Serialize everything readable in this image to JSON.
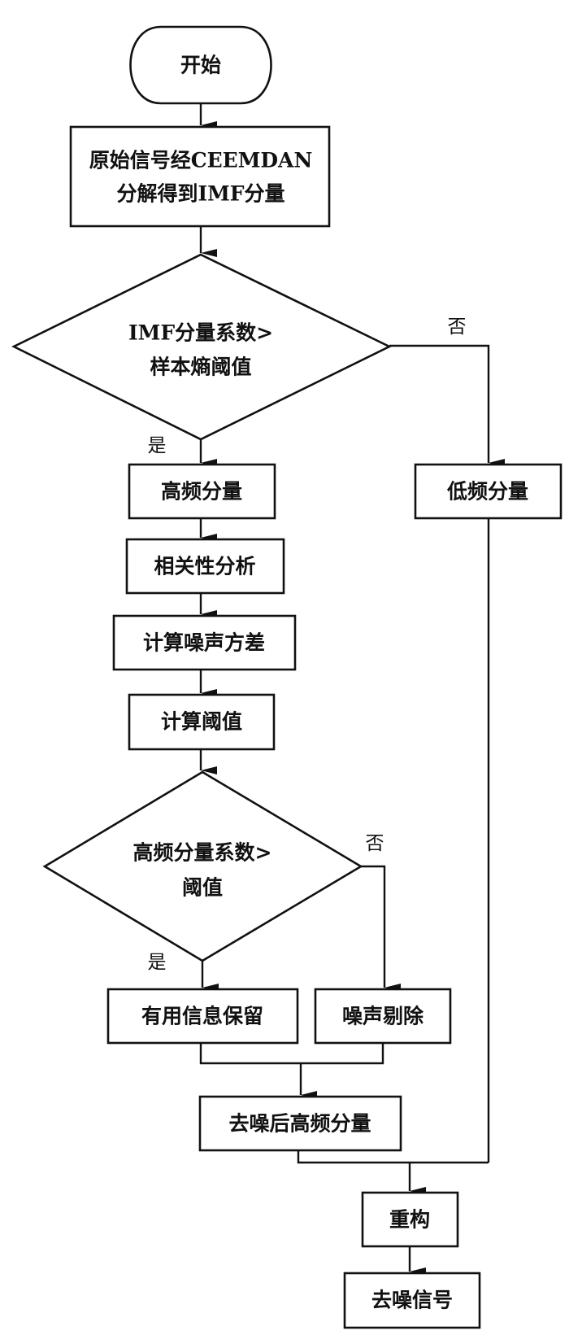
{
  "diagram": {
    "type": "flowchart",
    "colors": {
      "stroke": "#111111",
      "fill": "#ffffff",
      "text": "#111111"
    },
    "nodes": {
      "start": {
        "shape": "terminal",
        "label": "开始"
      },
      "decompose": {
        "shape": "process",
        "label_lines": [
          "原始信号经CEEMDAN",
          "分解得到IMF分量"
        ]
      },
      "decision1": {
        "shape": "decision",
        "label_lines": [
          "IMF分量系数>",
          "样本熵阈值"
        ]
      },
      "high_freq": {
        "shape": "process",
        "label": "高频分量"
      },
      "low_freq": {
        "shape": "process",
        "label": "低频分量"
      },
      "correlation": {
        "shape": "process",
        "label": "相关性分析"
      },
      "noise_var": {
        "shape": "process",
        "label": "计算噪声方差"
      },
      "threshold": {
        "shape": "process",
        "label": "计算阈值"
      },
      "decision2": {
        "shape": "decision",
        "label_lines": [
          "高频分量系数>",
          "阈值"
        ]
      },
      "keep_info": {
        "shape": "process",
        "label": "有用信息保留"
      },
      "remove_noise": {
        "shape": "process",
        "label": "噪声剔除"
      },
      "denoised_high": {
        "shape": "process",
        "label": "去噪后高频分量"
      },
      "reconstruct": {
        "shape": "process",
        "label": "重构"
      },
      "output": {
        "shape": "process",
        "label": "去噪信号"
      }
    },
    "edges": [
      {
        "from": "start",
        "to": "decompose"
      },
      {
        "from": "decompose",
        "to": "decision1"
      },
      {
        "from": "decision1",
        "to": "high_freq",
        "label": "是"
      },
      {
        "from": "decision1",
        "to": "low_freq",
        "label": "否"
      },
      {
        "from": "high_freq",
        "to": "correlation"
      },
      {
        "from": "correlation",
        "to": "noise_var"
      },
      {
        "from": "noise_var",
        "to": "threshold"
      },
      {
        "from": "threshold",
        "to": "decision2"
      },
      {
        "from": "decision2",
        "to": "keep_info",
        "label": "是"
      },
      {
        "from": "decision2",
        "to": "remove_noise",
        "label": "否"
      },
      {
        "from": "keep_info",
        "to": "denoised_high"
      },
      {
        "from": "remove_noise",
        "to": "denoised_high"
      },
      {
        "from": "denoised_high",
        "to": "reconstruct"
      },
      {
        "from": "low_freq",
        "to": "reconstruct"
      },
      {
        "from": "reconstruct",
        "to": "output"
      }
    ],
    "branch_labels": {
      "yes": "是",
      "no": "否"
    }
  }
}
